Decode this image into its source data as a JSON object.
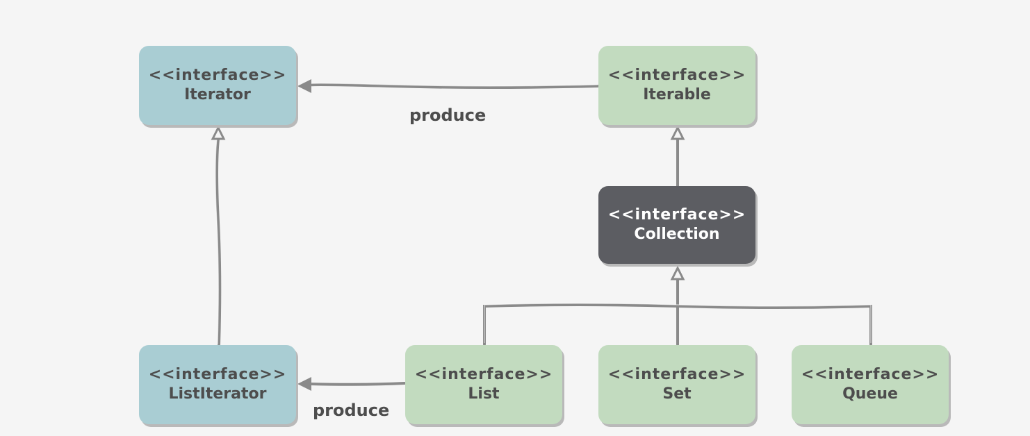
{
  "nodes": {
    "iterator": {
      "stereotype": "<<interface>>",
      "name": "Iterator"
    },
    "iterable": {
      "stereotype": "<<interface>>",
      "name": "Iterable"
    },
    "collection": {
      "stereotype": "<<interface>>",
      "name": "Collection"
    },
    "list_iterator": {
      "stereotype": "<<interface>>",
      "name": "ListIterator"
    },
    "list": {
      "stereotype": "<<interface>>",
      "name": "List"
    },
    "set": {
      "stereotype": "<<interface>>",
      "name": "Set"
    },
    "queue": {
      "stereotype": "<<interface>>",
      "name": "Queue"
    }
  },
  "edges": {
    "iterable_produce_label": "produce",
    "list_produce_label": "produce"
  },
  "colors": {
    "blue": "#a9cdd3",
    "green": "#c2dbbf",
    "dark": "#5c5d62",
    "line": "#8a8a8a"
  }
}
